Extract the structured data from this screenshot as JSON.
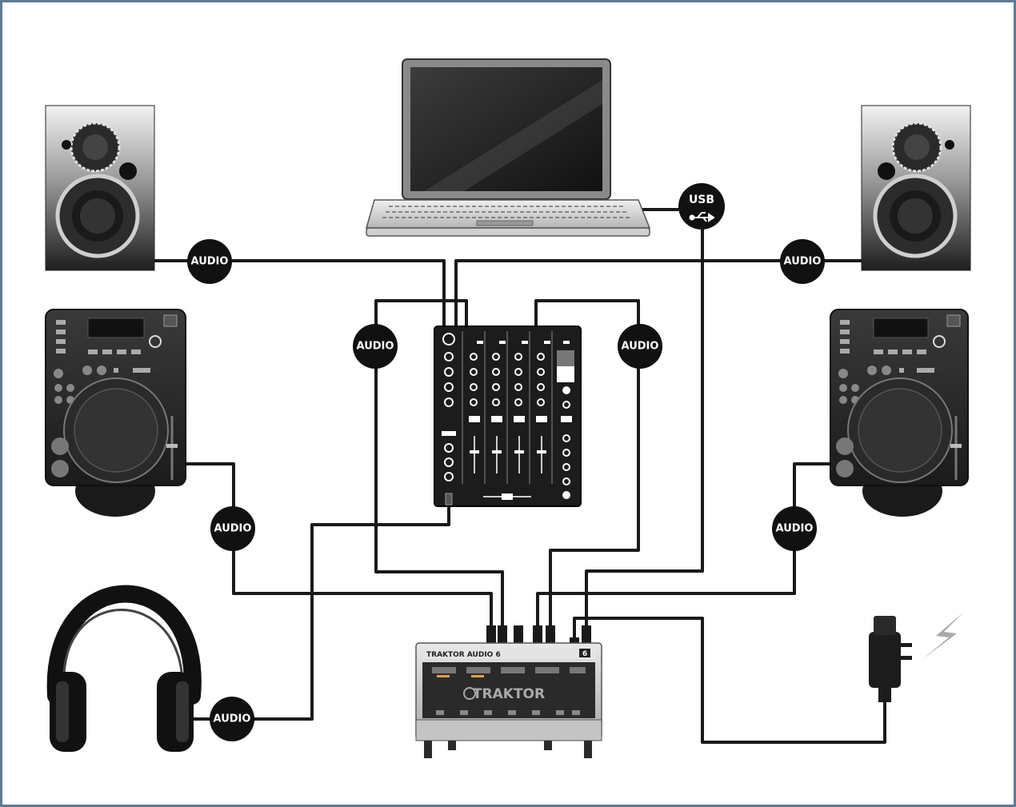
{
  "badges": {
    "usb": "USB",
    "audio_speaker_left": "AUDIO",
    "audio_speaker_right": "AUDIO",
    "audio_mixer_left": "AUDIO",
    "audio_mixer_right": "AUDIO",
    "audio_deck_left": "AUDIO",
    "audio_deck_right": "AUDIO",
    "audio_headphones": "AUDIO"
  },
  "interface": {
    "brand_small": "TRAKTOR AUDIO 6",
    "brand_large": "TRAKTOR",
    "badge": "6"
  },
  "colors": {
    "frame": "#5a7a96",
    "cable": "#1a1a1a",
    "badge": "#111111",
    "device_dark": "#1c1c1c",
    "device_silver": "#c9c9c9"
  }
}
